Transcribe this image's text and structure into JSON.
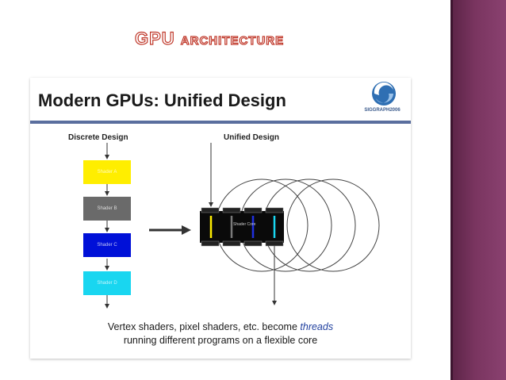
{
  "slide": {
    "title": "GPU architecture"
  },
  "inner": {
    "title": "Modern GPUs: Unified Design",
    "logo_text": "SIGGRAPH2006",
    "discrete_label": "Discrete Design",
    "unified_label": "Unified Design",
    "shaders": [
      {
        "label": "Shader A",
        "color": "#ffee00"
      },
      {
        "label": "Shader B",
        "color": "#6a6a6a"
      },
      {
        "label": "Shader C",
        "color": "#0010d8"
      },
      {
        "label": "Shader D",
        "color": "#19d6f0"
      }
    ],
    "core_label": "Shader Core",
    "caption_line1_pre": "Vertex shaders, pixel shaders, etc. become ",
    "caption_line1_em": "threads",
    "caption_line2": "running different programs on a flexible core"
  },
  "colors": {
    "sidebar": "#7a3560",
    "title_outline": "#c0392b",
    "header_rule": "#5a6e9e"
  }
}
